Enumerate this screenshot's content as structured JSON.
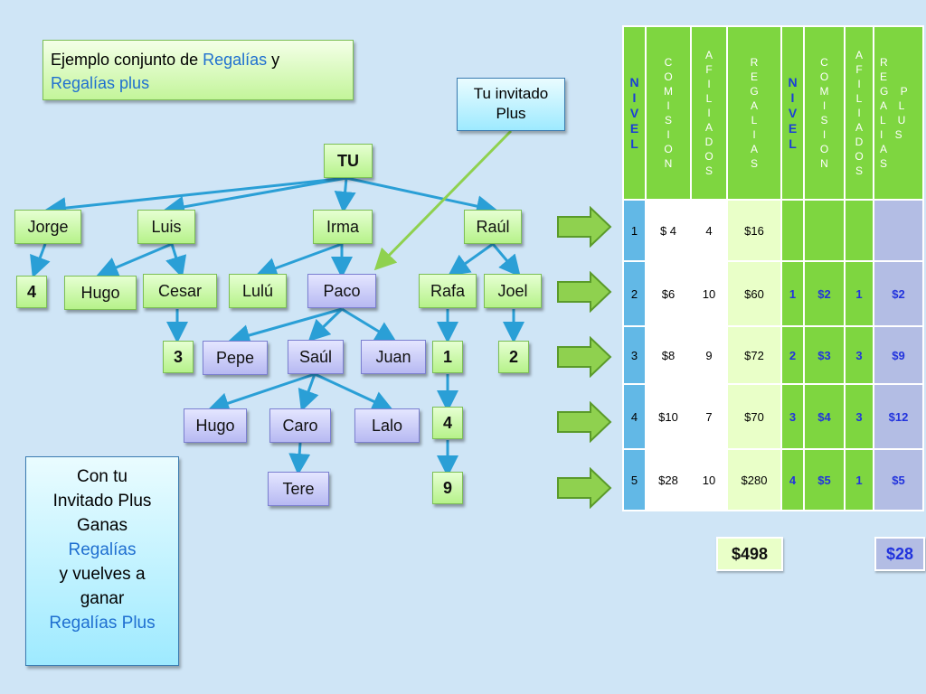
{
  "title": {
    "part1": "Ejemplo conjunto de ",
    "highlight1": "Regalías",
    "part2": " y",
    "highlight2": "Regalías plus"
  },
  "callout": {
    "text1": "Tu invitado",
    "text2": "Plus"
  },
  "tree": {
    "root": "TU",
    "jorge": "Jorge",
    "luis": "Luis",
    "irma": "Irma",
    "raul": "Raúl",
    "hugo1": "Hugo",
    "cesar": "Cesar",
    "lulu": "Lulú",
    "paco": "Paco",
    "rafa": "Rafa",
    "joel": "Joel",
    "pepe": "Pepe",
    "saul": "Saúl",
    "juan": "Juan",
    "hugo2": "Hugo",
    "caro": "Caro",
    "lalo": "Lalo",
    "tere": "Tere",
    "n4a": "4",
    "n3": "3",
    "n1": "1",
    "n2": "2",
    "n4b": "4",
    "n9": "9"
  },
  "info": {
    "l1": "Con tu",
    "l2": "Invitado Plus",
    "l3": "Ganas",
    "l4": "Regalías",
    "l5": "y vuelves a",
    "l6": "ganar",
    "l7": "Regalías Plus"
  },
  "table": {
    "headers": [
      "N\nI\nV\nE\nL",
      "C\nO\nM\nI\nS\nI\nO\nN",
      "A\nF\nI\nL\nI\nA\nD\nO\nS",
      "R\nE\nG\nA\nL\nI\nA\nS",
      "N\nI\nV\nE\nL",
      "C\nO\nM\nI\nS\nI\nO\nN",
      "A\nF\nI\nL\nI\nA\nD\nO\nS",
      "R           \nE           \nG    P\nA    L\nL    U\nI    S\nA        \nS        "
    ],
    "rows": [
      [
        "1",
        "$ 4",
        "4",
        "$16",
        "",
        "",
        "",
        ""
      ],
      [
        "2",
        "$6",
        "10",
        "$60",
        "1",
        "$2",
        "1",
        "$2"
      ],
      [
        "3",
        "$8",
        "9",
        "$72",
        "2",
        "$3",
        "3",
        "$9"
      ],
      [
        "4",
        "$10",
        "7",
        "$70",
        "3",
        "$4",
        "3",
        "$12"
      ],
      [
        "5",
        "$28",
        "10",
        "$280",
        "4",
        "$5",
        "1",
        "$5"
      ]
    ],
    "total_regalias": "$498",
    "total_plus": "$28"
  },
  "colors": {
    "green": "#7ed640",
    "blue_level": "#62b8e6",
    "purple": "#b3bde4",
    "link_blue": "#1f6fd0"
  }
}
